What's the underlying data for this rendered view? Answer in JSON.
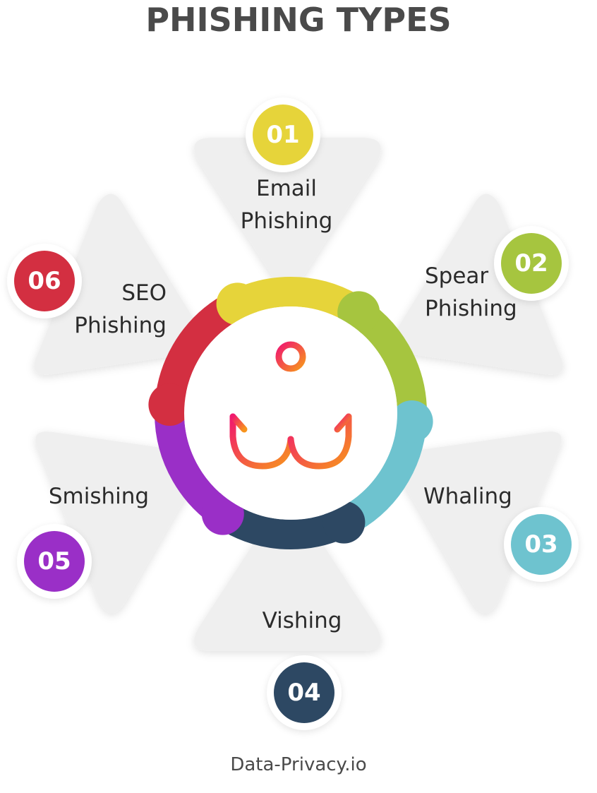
{
  "title": "PHISHING TYPES",
  "footer": "Data-Privacy.io",
  "colors": {
    "email": "#e6d43a",
    "spear": "#a6c53f",
    "whaling": "#6ec3cf",
    "vishing": "#2d4863",
    "smishing": "#9a2fc7",
    "seo": "#d32f41",
    "petal": "#efefef",
    "hook_start": "#f0196e",
    "hook_end": "#f7941d"
  },
  "center_icon": "fish-hook-icon",
  "types": [
    {
      "id": "email",
      "number": "01",
      "line1": "Email",
      "line2": "Phishing"
    },
    {
      "id": "spear",
      "number": "02",
      "line1": "Spear",
      "line2": "Phishing"
    },
    {
      "id": "whaling",
      "number": "03",
      "line1": "Whaling",
      "line2": ""
    },
    {
      "id": "vishing",
      "number": "04",
      "line1": "Vishing",
      "line2": ""
    },
    {
      "id": "smishing",
      "number": "05",
      "line1": "Smishing",
      "line2": ""
    },
    {
      "id": "seo",
      "number": "06",
      "line1": "SEO",
      "line2": "Phishing"
    }
  ]
}
